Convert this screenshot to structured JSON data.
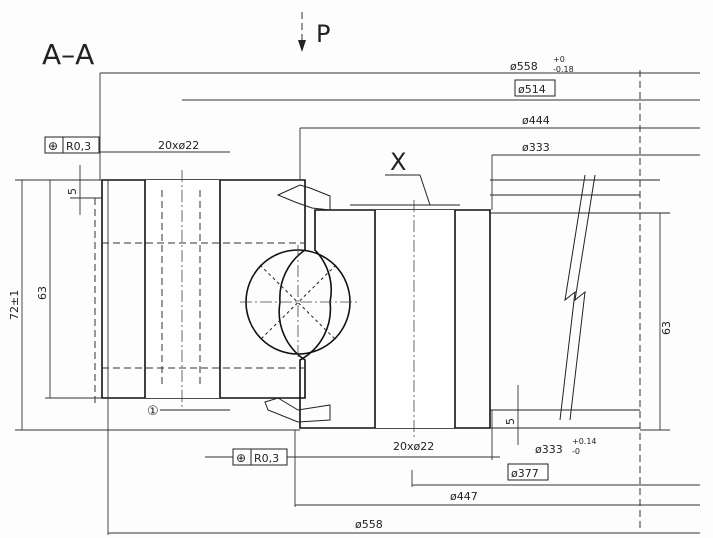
{
  "section_label": "A–A",
  "view_label": "P",
  "detail_label": "X",
  "dimensions": {
    "d558_top": "ø558",
    "d558_tol_upper": "+0",
    "d558_tol_lower": "-0.18",
    "d514": "ø514",
    "d444": "ø444",
    "d333_top": "ø333",
    "holes_top": "20xø22",
    "holes_bottom": "20xø22",
    "d333_bottom": "ø333",
    "d333_tol_upper": "+0.14",
    "d333_tol_lower": "-0",
    "d377": "ø377",
    "d447": "ø447",
    "d558_bottom": "ø558",
    "height_total": "72±1",
    "height_left": "63",
    "height_right": "63",
    "offset_left": "5",
    "offset_right": "5"
  },
  "position_tolerance_top": {
    "symbol": "⊕",
    "value": "R0,3"
  },
  "position_tolerance_bottom": {
    "symbol": "⊕",
    "value": "R0,3"
  },
  "balloon": "①"
}
